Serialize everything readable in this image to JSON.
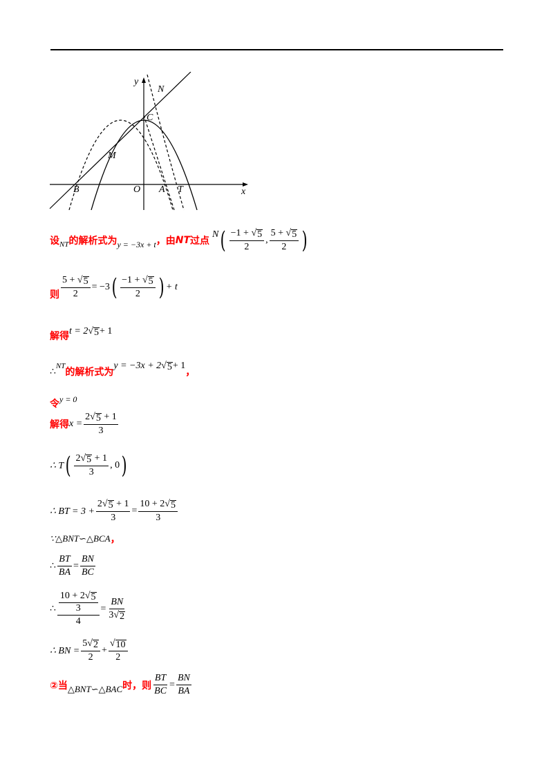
{
  "figure": {
    "labels": {
      "y": "y",
      "x": "x",
      "N": "N",
      "C": "C",
      "M": "M",
      "B": "B",
      "O": "O",
      "A": "A",
      "T": "T"
    }
  },
  "l1": {
    "a": "设",
    "b": "NT",
    "c": "的解析式为",
    "d": "y = −3x + t",
    "e": "，由",
    "f": "NT",
    "g": "过点",
    "h": "N",
    "n1": "−1 + ",
    "r1": "5",
    "d1": "2",
    "comma": ",",
    "n2": "5 + ",
    "r2": "5",
    "d2": "2"
  },
  "l2": {
    "a": "则",
    "n1": "5 + ",
    "r1": "5",
    "d1": "2",
    "eq": " = −3",
    "n2": "−1 + ",
    "r2": "5",
    "d2": "2",
    "tail": " + t"
  },
  "l3": {
    "a": "解得",
    "b": "t = 2",
    "r": "5",
    "c": " + 1"
  },
  "l4": {
    "a": "∴ ",
    "b": "NT",
    "c": "的解析式为",
    "d": "y = −3x + 2",
    "r": "5",
    "e": " + 1",
    "f": "，"
  },
  "l5": {
    "a": "令",
    "b": "y = 0"
  },
  "l6": {
    "a": "解得",
    "b": "x = ",
    "n": "2",
    "r": "5",
    "n2": " + 1",
    "d": "3"
  },
  "l7": {
    "a": "∴ T",
    "n": "2",
    "r": "5",
    "n2": " + 1",
    "d": "3",
    "c": ", 0"
  },
  "l8": {
    "a": "∴ BT = 3 + ",
    "n1": "2",
    "r1": "5",
    "n1b": " + 1",
    "d1": "3",
    "eq": " = ",
    "n2": "10 + 2",
    "r2": "5",
    "d2": "3"
  },
  "l9": {
    "a": "∵△BNT∽△BCA",
    "b": "，"
  },
  "l10": {
    "a": "∴ ",
    "n1": "BT",
    "d1": "BA",
    "eq": " = ",
    "n2": "BN",
    "d2": "BC"
  },
  "l11": {
    "a": "∴ ",
    "n1": "10 + 2",
    "r1": "5",
    "m1": "3",
    "d1": "4",
    "eq": " = ",
    "n2": "BN",
    "d2a": "3",
    "r2": "2"
  },
  "l12": {
    "a": "∴ BN = ",
    "n1": "5",
    "r1": "2",
    "d1": "2",
    "plus": " + ",
    "r2": "10",
    "d2": "2"
  },
  "l13": {
    "a": "②当",
    "b": "△BNT∽△BAC",
    "c": "时，则",
    "n1": "BT",
    "d1": "BC",
    "eq": " = ",
    "n2": "BN",
    "d2": "BA"
  }
}
